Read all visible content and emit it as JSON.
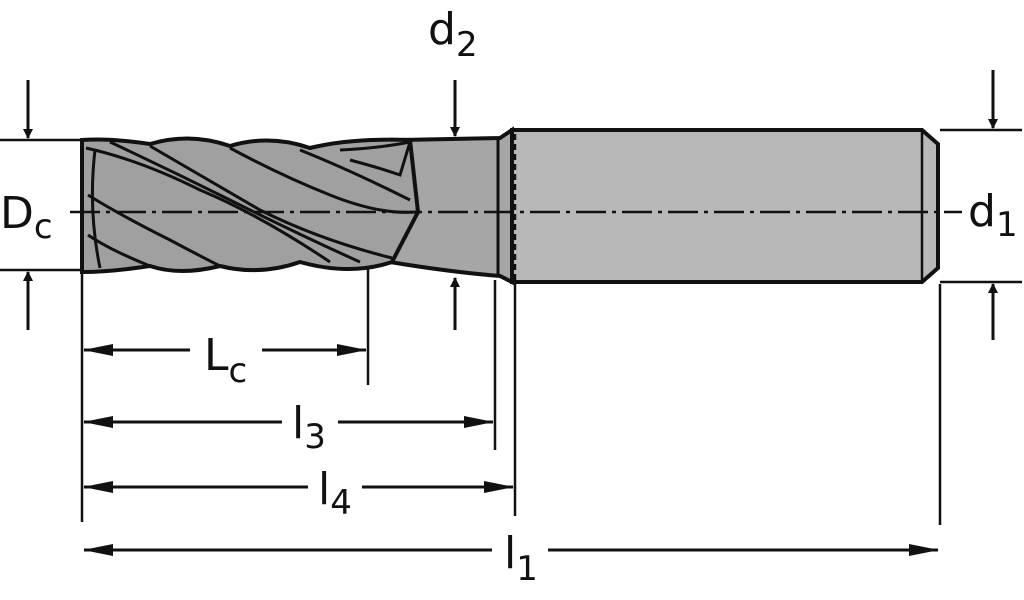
{
  "title": "End mill dimension drawing",
  "labels": {
    "Dc": {
      "main": "D",
      "sub": "c"
    },
    "d2": {
      "main": "d",
      "sub": "2"
    },
    "d1": {
      "main": "d",
      "sub": "1"
    },
    "Lc": {
      "main": "L",
      "sub": "c"
    },
    "l3": {
      "main": "l",
      "sub": "3"
    },
    "l4": {
      "main": "l",
      "sub": "4"
    },
    "l1": {
      "main": "l",
      "sub": "1"
    }
  },
  "colors": {
    "line": "#111111",
    "body": "#a6a6a6",
    "shank": "#b8b8b8"
  }
}
